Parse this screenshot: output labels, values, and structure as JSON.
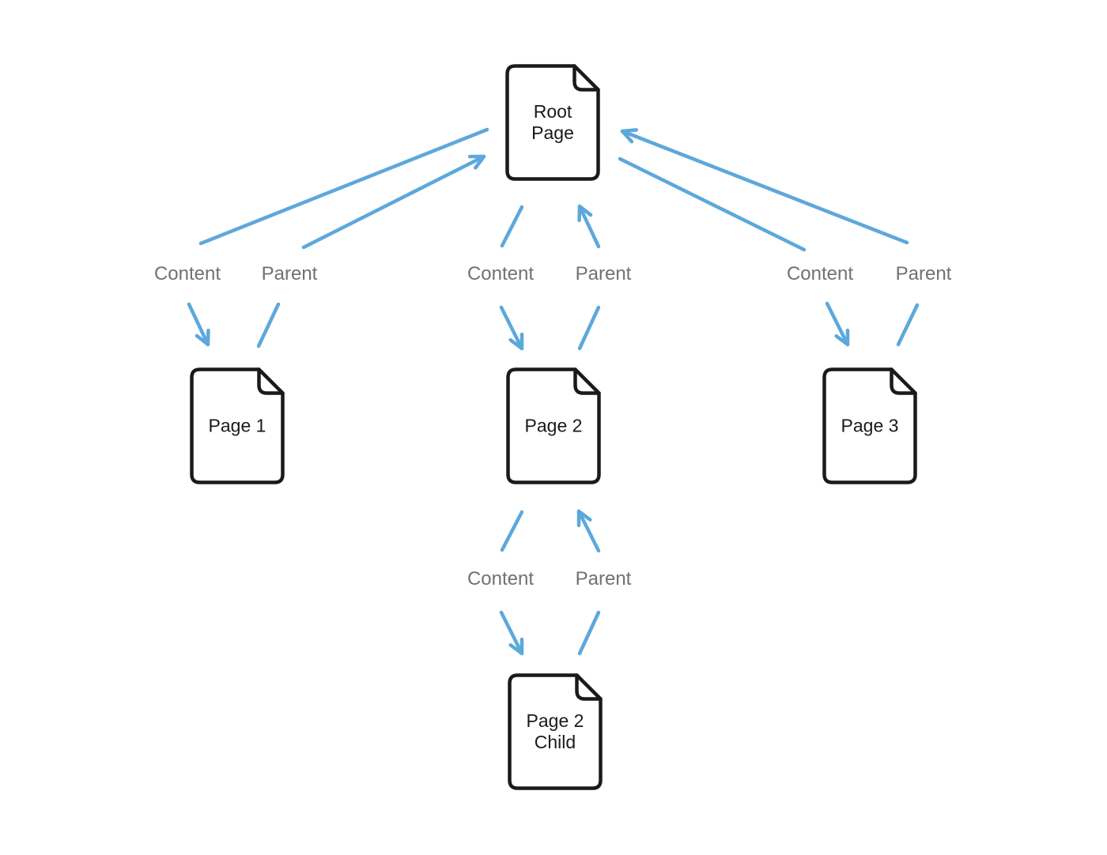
{
  "diagram": {
    "background": "#ffffff",
    "colors": {
      "arrow": "#5ca8db",
      "edge_label_text": "#6e7276",
      "node_border": "#1a1a1a",
      "node_text": "#1a1a1a",
      "node_fill": "#ffffff"
    },
    "nodes": [
      {
        "id": "root-page",
        "label": "Root Page"
      },
      {
        "id": "page-1",
        "label": "Page 1"
      },
      {
        "id": "page-2",
        "label": "Page 2"
      },
      {
        "id": "page-3",
        "label": "Page 3"
      },
      {
        "id": "page-2-child",
        "label": "Page 2 Child"
      }
    ],
    "edge_labels": {
      "content": "Content",
      "parent": "Parent"
    },
    "edges": [
      {
        "from": "Root Page",
        "to": "Page 1",
        "relations": [
          "Content",
          "Parent"
        ]
      },
      {
        "from": "Root Page",
        "to": "Page 2",
        "relations": [
          "Content",
          "Parent"
        ]
      },
      {
        "from": "Root Page",
        "to": "Page 3",
        "relations": [
          "Content",
          "Parent"
        ]
      },
      {
        "from": "Page 2",
        "to": "Page 2 Child",
        "relations": [
          "Content",
          "Parent"
        ]
      }
    ]
  }
}
